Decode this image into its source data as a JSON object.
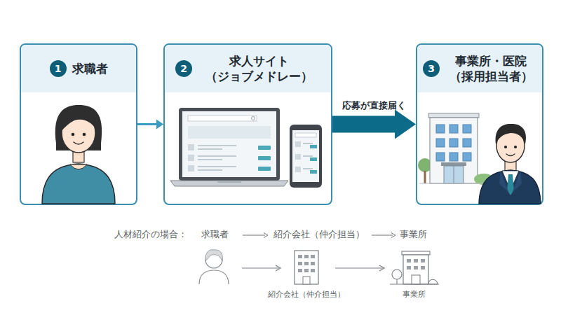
{
  "diagram": {
    "nodes": [
      {
        "text": [
          "1",
          "求職者"
        ]
      },
      {
        "text": [
          "2",
          "求人サイト （ジョブメドレー）"
        ]
      },
      {
        "text": [
          "3",
          "事業所・医院 （採用担当者）"
        ]
      }
    ],
    "edges": [
      {
        "from": 0,
        "to": 1,
        "arrow": "to"
      },
      {
        "from": 1,
        "to": 2,
        "label": "応募が直接届く",
        "arrow": "to"
      }
    ],
    "labels": [
      "人材紹介の場合：",
      "求職者",
      "紹介会社（仲介担当）",
      "事業所",
      "紹介会社（仲介担当）",
      "事業所"
    ]
  }
}
